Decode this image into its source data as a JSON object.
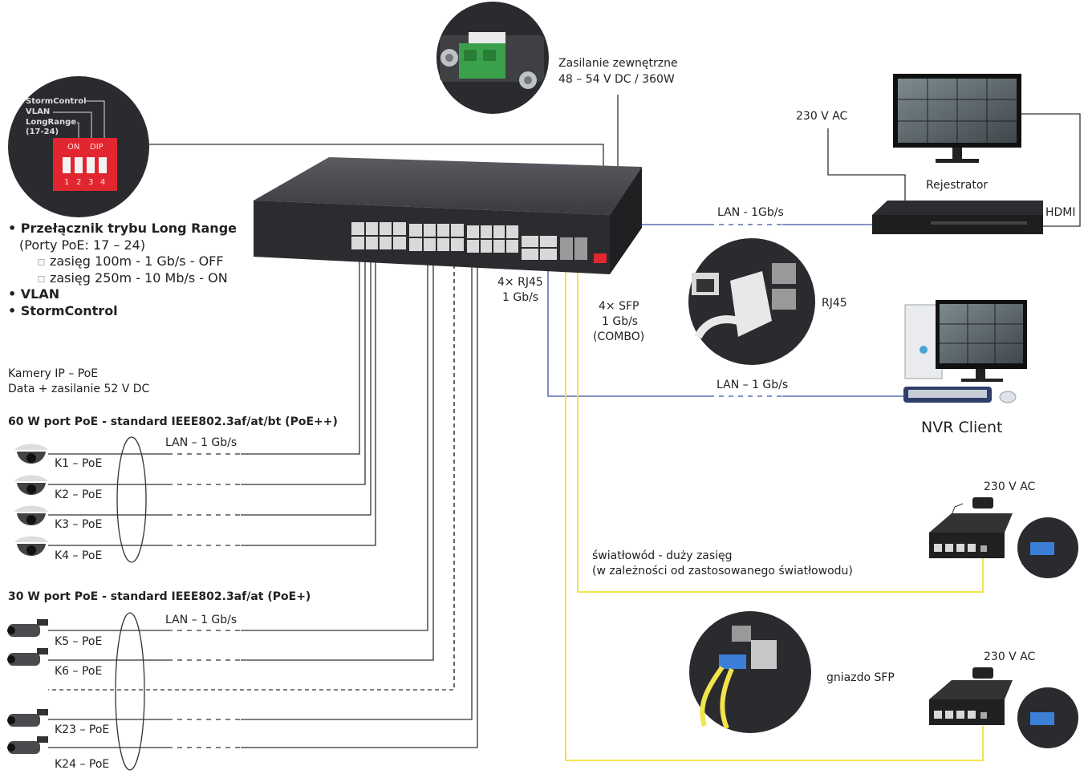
{
  "dip_switch": {
    "labels": [
      "StormControl",
      "VLAN",
      "LongRange",
      "(17-24)"
    ],
    "on_label": "ON",
    "dip_label": "DIP",
    "numbers": [
      "1",
      "2",
      "3",
      "4"
    ]
  },
  "power_block": {
    "line1": "Zasilanie zewnętrzne",
    "line2": "48 – 54 V DC / 360W"
  },
  "features": {
    "long_range_title": "Przełącznik trybu Long Range",
    "long_range_ports": "(Porty PoE: 17 – 24)",
    "range_100": "zasięg 100m - 1 Gb/s - OFF",
    "range_250": "zasięg 250m - 10 Mb/s - ON",
    "vlan": "VLAN",
    "storm": "StormControl"
  },
  "cameras": {
    "intro_line1": "Kamery IP – PoE",
    "intro_line2": "Data + zasilanie 52 V DC",
    "group60_prefix": "60 W port PoE - standard ",
    "group60_standard": "IEEE802.3af/at/bt (PoE++)",
    "group30_prefix": "30 W port PoE - standard ",
    "group30_standard": "IEEE802.3af/at (PoE+)",
    "lan_label": "LAN – 1 Gb/s",
    "dome": [
      "K1 – PoE",
      "K2 – PoE",
      "K3 – PoE",
      "K4 – PoE"
    ],
    "bullet": [
      "K5 – PoE",
      "K6 – PoE",
      "K23 – PoE",
      "K24 – PoE"
    ]
  },
  "switch_ports": {
    "rj45": "4× RJ45",
    "rj45_speed": "1 Gb/s",
    "sfp": "4× SFP",
    "sfp_speed": "1 Gb/s",
    "sfp_combo": "(COMBO)"
  },
  "recorder": {
    "ac": "230 V AC",
    "name": "Rejestrator",
    "hdmi": "HDMI",
    "lan": "LAN - 1Gb/s"
  },
  "rj45_zoom": {
    "label": "RJ45"
  },
  "nvr_client": {
    "lan": "LAN – 1 Gb/s",
    "name": "NVR Client"
  },
  "fiber": {
    "line1": "światłowód - duży zasięg",
    "line2": "(w zależności od zastosowanego światłowodu)",
    "ac_top": "230 V AC",
    "ac_bottom": "230 V AC",
    "sfp_socket": "gniazdo SFP"
  },
  "colors": {
    "line": "#333333",
    "fiber": "#f2e44a",
    "blue_lan": "#3b4fa0",
    "dip_red": "#e2262f",
    "terminal_green": "#3aa14a",
    "switch_body": "#3c3d41"
  }
}
